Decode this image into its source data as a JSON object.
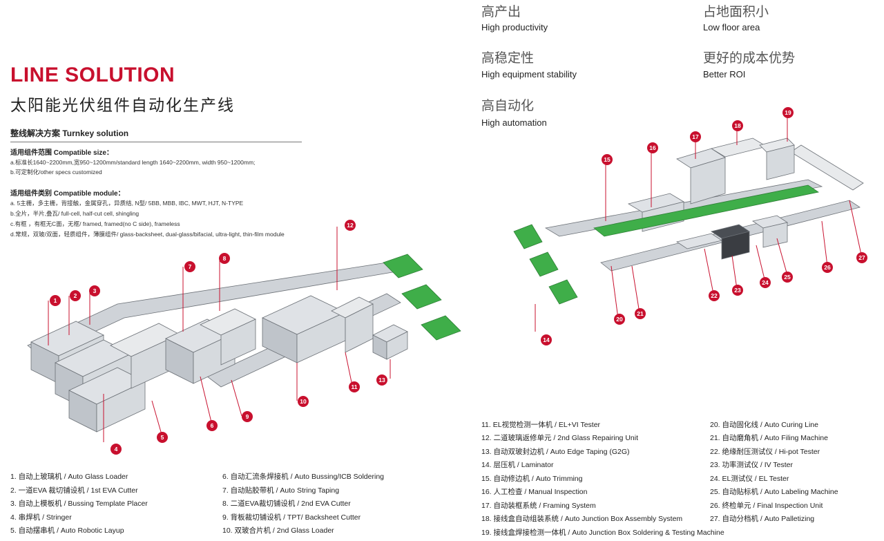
{
  "header": {
    "title_en": "LINE SOLUTION",
    "title_cn": "太阳能光伏组件自动化生产线",
    "turnkey": "整线解决方案  Turnkey solution"
  },
  "specs": {
    "size_heading": "适用组件范围  Compatible size：",
    "size_lines": [
      "a.标准长1640~2200mm,宽950~1200mm/standard length 1640~2200mm, width 950~1200mm;",
      "b.可定制化/other specs customized"
    ],
    "module_heading": "适用组件类别  Compatible module：",
    "module_lines": [
      "a. 5主栅，多主栅，背接触，金属穿孔，异质结, N型/ 5BB, MBB, IBC, MWT, HJT, N-TYPE",
      "b.全片，半片,叠瓦/ full-cell, half-cut cell, shingling",
      "c.有框 ，有框无C面，无框/ framed, framed(no C side), frameless",
      "d.常规，双玻/双面，轻质组件，薄膜组件/ glass-backsheet, dual-glass/bifacial, ultra-light, thin-film module"
    ]
  },
  "features": [
    {
      "cn": "高产出",
      "en": "High productivity"
    },
    {
      "cn": "占地面积小",
      "en": "Low floor area"
    },
    {
      "cn": "高稳定性",
      "en": "High equipment stability"
    },
    {
      "cn": "更好的成本优势",
      "en": "Better ROI"
    },
    {
      "cn": "高自动化",
      "en": "High automation"
    }
  ],
  "colors": {
    "accent": "#c8102e",
    "belt": "#3fae49"
  },
  "badges_left": [
    "1",
    "2",
    "3",
    "4",
    "5",
    "6",
    "7",
    "8",
    "9",
    "10",
    "11",
    "12",
    "13"
  ],
  "badges_right": [
    "14",
    "15",
    "16",
    "17",
    "18",
    "19",
    "20",
    "21",
    "22",
    "23",
    "24",
    "25",
    "26",
    "27"
  ],
  "legend_left": [
    "1. 自动上玻璃机 / Auto Glass Loader",
    "2. 一道EVA 裁切铺设机 / 1st EVA Cutter",
    "3. 自动上模板机 / Bussing Template Placer",
    "4. 串焊机 / Stringer",
    "5. 自动摆串机 / Auto Robotic Layup"
  ],
  "legend_mid": [
    "6. 自动汇流条焊接机 / Auto Bussing/ICB Soldering",
    "7. 自动贴胶带机 / Auto String Taping",
    "8. 二道EVA裁切铺设机 / 2nd EVA Cutter",
    "9. 背板裁切铺设机 / TPT/ Backsheet Cutter",
    "10. 双玻合片机 / 2nd Glass Loader"
  ],
  "legend_r1": [
    "11. EL视觉检测一体机 / EL+VI Tester",
    "12. 二道玻璃返修单元 / 2nd Glass Repairing Unit",
    "13. 自动双玻封边机 / Auto Edge Taping (G2G)",
    "14. 层压机 / Laminator",
    "15. 自动修边机 / Auto Trimming",
    "16. 人工检查 / Manual Inspection",
    "17. 自动装框系统 / Framing System",
    "18. 接线盒自动组装系统 / Auto Junction Box Assembly System",
    "19. 接线盒焊接检测一体机 / Auto Junction Box Soldering & Testing Machine"
  ],
  "legend_r2": [
    "20. 自动固化线 / Auto Curing Line",
    "21. 自动磨角机 / Auto Filing Machine",
    "22. 绝缘耐压测试仪 / Hi-pot Tester",
    "23. 功率测试仪 / IV Tester",
    "24. EL测试仪 / EL Tester",
    "25. 自动贴标机 / Auto Labeling Machine",
    "26. 终检单元 / Final Inspection Unit",
    "27. 自动分档机 / Auto Palletizing"
  ]
}
